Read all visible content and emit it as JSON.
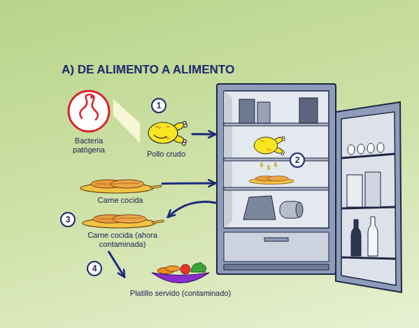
{
  "diagram": {
    "title": "A) DE ALIMENTO A ALIMENTO",
    "nodes": [
      {
        "text": [
          "Bacteria patógena"
        ]
      },
      {
        "text": [
          "Pollo crudo"
        ]
      },
      {
        "text": [
          "Carne cocida"
        ]
      },
      {
        "text": [
          "2"
        ]
      },
      {
        "text": [
          "Carne cocida (ahora contaminada)"
        ]
      },
      {
        "text": [
          "Platillo servido (contaminado)"
        ]
      }
    ],
    "edges": [
      {
        "from": 0,
        "to": 1,
        "arrow": "none"
      },
      {
        "from": 1,
        "to": 3,
        "arrow": "to"
      },
      {
        "from": 2,
        "to": 3,
        "arrow": "to"
      },
      {
        "from": 3,
        "to": 4,
        "arrow": "to"
      },
      {
        "from": 4,
        "to": 5,
        "arrow": "to"
      }
    ],
    "labels": [
      "1",
      "3",
      "4"
    ]
  }
}
